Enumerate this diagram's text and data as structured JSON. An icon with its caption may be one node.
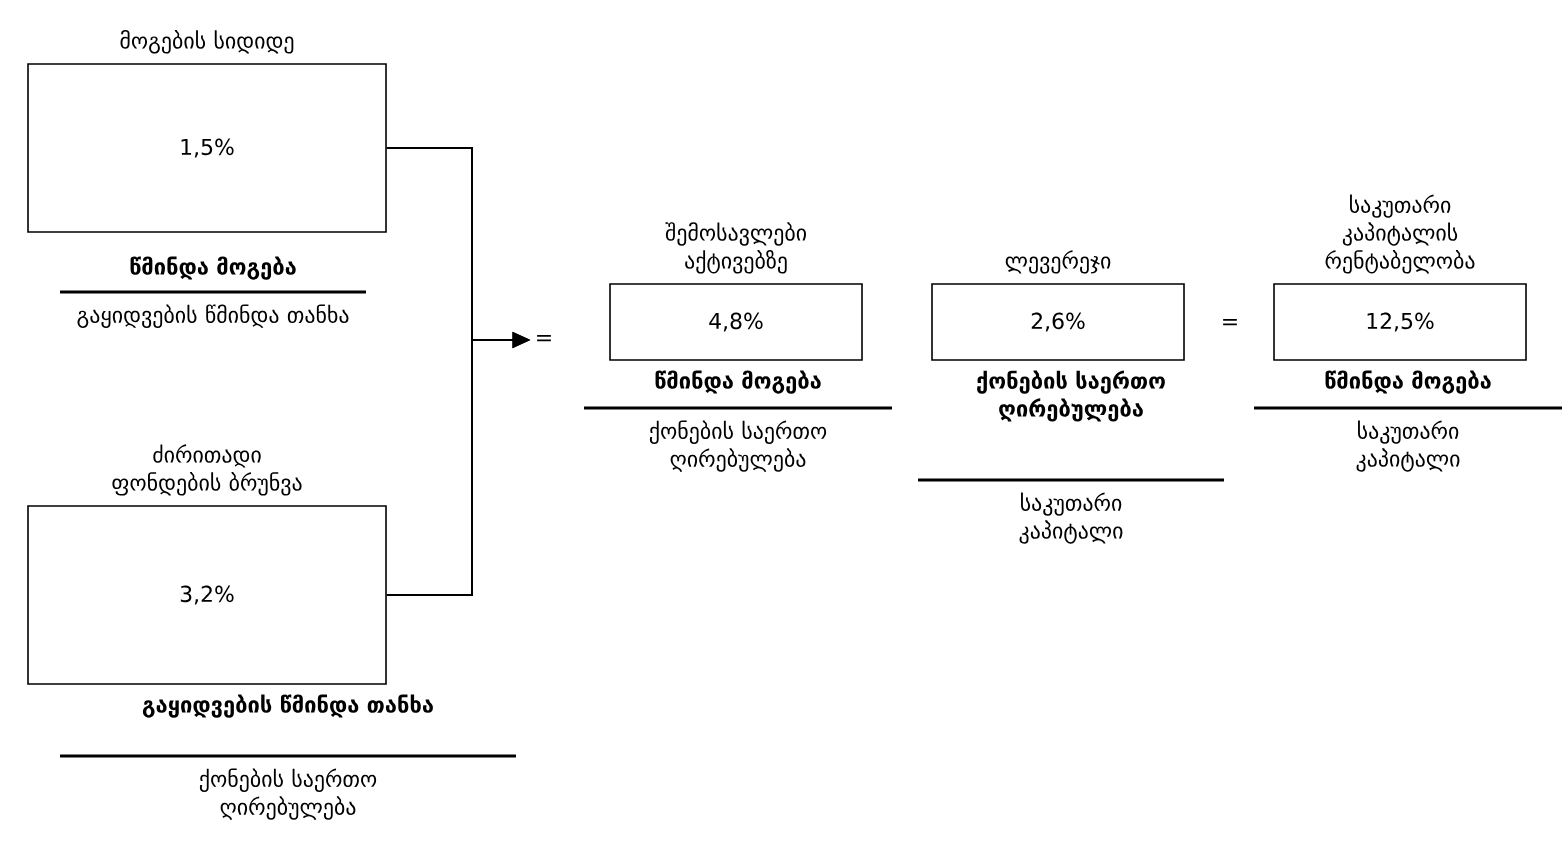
{
  "diagram": {
    "nodes": [
      {
        "text": [
          "მოგების სიდიდე",
          "1,5%"
        ],
        "beside": [
          "წმინდა მოგება",
          "გაყიდვების წმინდა თანხა"
        ]
      },
      {
        "text": [
          "ძირითადი ფონდების ბრუნვა",
          "3,2%"
        ],
        "beside": [
          "გაყიდვების წმინდა თანხა",
          "ქონების საერთო ღირებულება"
        ]
      },
      {
        "text": [
          "="
        ]
      },
      {
        "text": [
          "შემოსავლები აქტივებზე",
          "4,8%"
        ],
        "beside": [
          "წმინდა მოგება",
          "ქონების საერთო ღირებულება"
        ]
      },
      {
        "text": [
          "ლევერეჯი",
          "2,6%"
        ],
        "beside": [
          "ქონების საერთო ღირებულება",
          "საკუთარი კაპიტალი"
        ]
      },
      {
        "text": [
          "საკუთარი კაპიტალის რენტაბელობა",
          "12,5%"
        ],
        "beside": [
          "წმინდა მოგება",
          "საკუთარი კაპიტალი"
        ]
      }
    ],
    "edges": [
      {
        "from": 0,
        "to": 2,
        "arrow": "to"
      },
      {
        "from": 1,
        "to": 2,
        "arrow": "to"
      }
    ],
    "labels": [
      "="
    ]
  }
}
